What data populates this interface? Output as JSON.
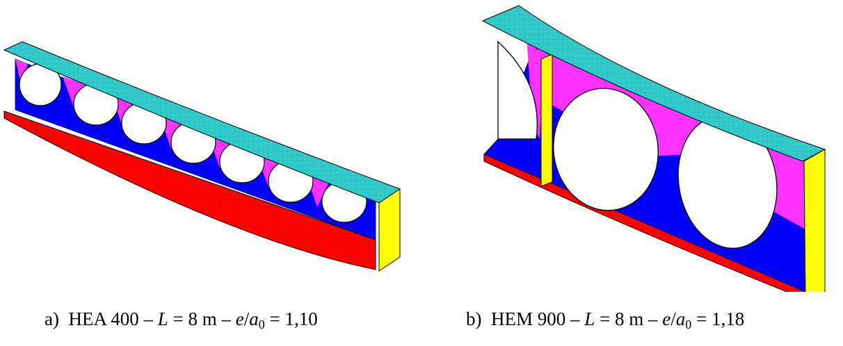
{
  "colors": {
    "top_flange": "#33cccc",
    "web_low": "#0000ff",
    "web_high": "#ff33ff",
    "bottom_flange": "#ff0000",
    "stiffener": "#ffff00",
    "outline": "#000000"
  },
  "figures": [
    {
      "caption": {
        "prefix": "a)",
        "section": "HEA 400",
        "length_symbol": "L",
        "length_value": "= 8 m",
        "ratio_e": "e",
        "ratio_a": "a",
        "ratio_sub": "0",
        "ratio_value": "= 1,10"
      }
    },
    {
      "caption": {
        "prefix": "b)",
        "section": "HEM 900",
        "length_symbol": "L",
        "length_value": "= 8 m",
        "ratio_e": "e",
        "ratio_a": "a",
        "ratio_sub": "0",
        "ratio_value": "= 1,18"
      }
    }
  ]
}
